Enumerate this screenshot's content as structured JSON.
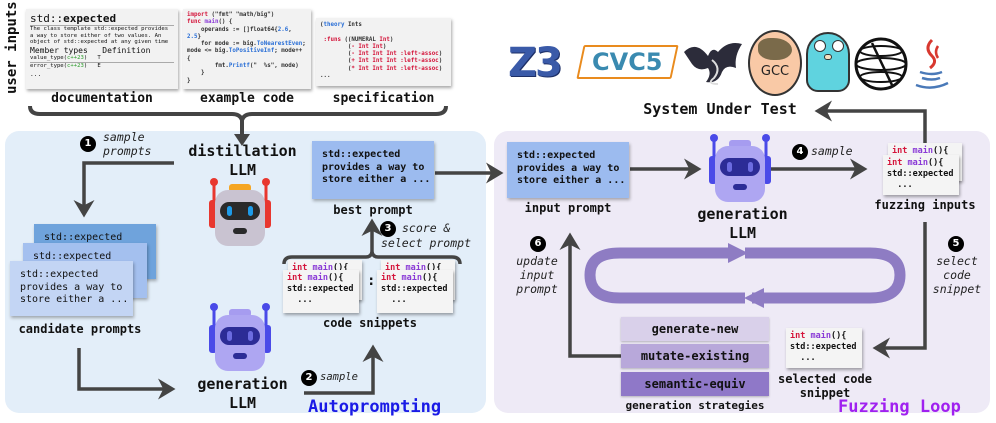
{
  "user_inputs": {
    "side_label": "user inputs",
    "documentation": {
      "caption": "documentation",
      "title_prefix": "std::",
      "title_bold": "expected",
      "body": "The class template std::expected provides\na way to store either of two values. An\nobject of std::expected at any given time",
      "table_header": "Member types   Definition",
      "rows": [
        {
          "name": "value_type(",
          "tag": "c++23",
          "close": ")",
          "def": "T"
        },
        {
          "name": "error_type(",
          "tag": "c++23",
          "close": ")",
          "def": "E"
        }
      ],
      "ellipsis": "..."
    },
    "example_code": {
      "caption": "example code",
      "lines": [
        "import (\"fmt\" \"math/big\")",
        "func main() {",
        "    operands := []float64{2.6,",
        "2.5}",
        "    for mode := big.ToNearestEven;",
        "mode <= big.ToPositiveInf; mode++",
        "{",
        "        fmt.Printf(\"  %s\", mode)",
        "    }",
        "}"
      ]
    },
    "specification": {
      "caption": "specification",
      "lines": [
        "(theory Ints",
        "",
        " :funs ((NUMERAL Int)",
        "        (- Int Int)",
        "        (- Int Int Int :left-assoc)",
        "        (+ Int Int Int :left-assoc)",
        "        (* Int Int Int :left-assoc)",
        "..."
      ]
    }
  },
  "system_under_test": {
    "label": "System Under Test",
    "logos": [
      "z3-logo",
      "cvc5-logo",
      "llvm-logo",
      "gcc-logo",
      "go-gopher-logo",
      "sympy-globe-logo",
      "java-logo"
    ],
    "z3_text": "Z3",
    "cvc5_text": "CVC5",
    "gcc_text": "GCC"
  },
  "autoprompting": {
    "title": "Autoprompting",
    "title_color": "#1a1ae6",
    "distillation_llm": "distillation\nLLM",
    "generation_llm": "generation\nLLM",
    "best_prompt": {
      "text": "std::expected\nprovides a way to\nstore either a ...",
      "caption": "best prompt"
    },
    "candidate_prompts": {
      "caption": "candidate prompts",
      "back1": "std::expected",
      "back2": "std::expected",
      "front": "std::expected\nprovides a way to\nstore either a ..."
    },
    "code_snippets": {
      "caption": "code snippets",
      "separator": ":",
      "snippet_kw": "int",
      "snippet_fn": "main",
      "snippet_rest": "(){",
      "snippet_line2": "std::expected",
      "snippet_line3": "  ..."
    },
    "steps": [
      {
        "num": "1",
        "text": "sample\nprompts"
      },
      {
        "num": "2",
        "text": "sample"
      },
      {
        "num": "3",
        "text": "score &\nselect prompt"
      }
    ]
  },
  "fuzzing_loop": {
    "title": "Fuzzing Loop",
    "title_color": "#a020f0",
    "input_prompt": {
      "text": "std::expected\nprovides a way to\nstore either a ...",
      "caption": "input prompt"
    },
    "generation_llm": "generation\nLLM",
    "fuzzing_inputs_caption": "fuzzing inputs",
    "selected_snippet_caption": "selected code\nsnippet",
    "strategies": {
      "caption": "generation strategies",
      "items": [
        {
          "label": "generate-new",
          "color": "#d9d0ea"
        },
        {
          "label": "mutate-existing",
          "color": "#b8a8da"
        },
        {
          "label": "semantic-equiv",
          "color": "#8f78c8"
        }
      ]
    },
    "steps": [
      {
        "num": "4",
        "text": "sample"
      },
      {
        "num": "5",
        "text": "select\ncode\nsnippet"
      },
      {
        "num": "6",
        "text": "update\ninput\nprompt"
      }
    ]
  },
  "colors": {
    "autoprompting_bg": "#e3eef9",
    "fuzzing_bg": "#eeeaf6",
    "prompt_blue": "#9cbbef",
    "loop_purple": "#8e7cc3",
    "arrow_gray": "#444444"
  }
}
